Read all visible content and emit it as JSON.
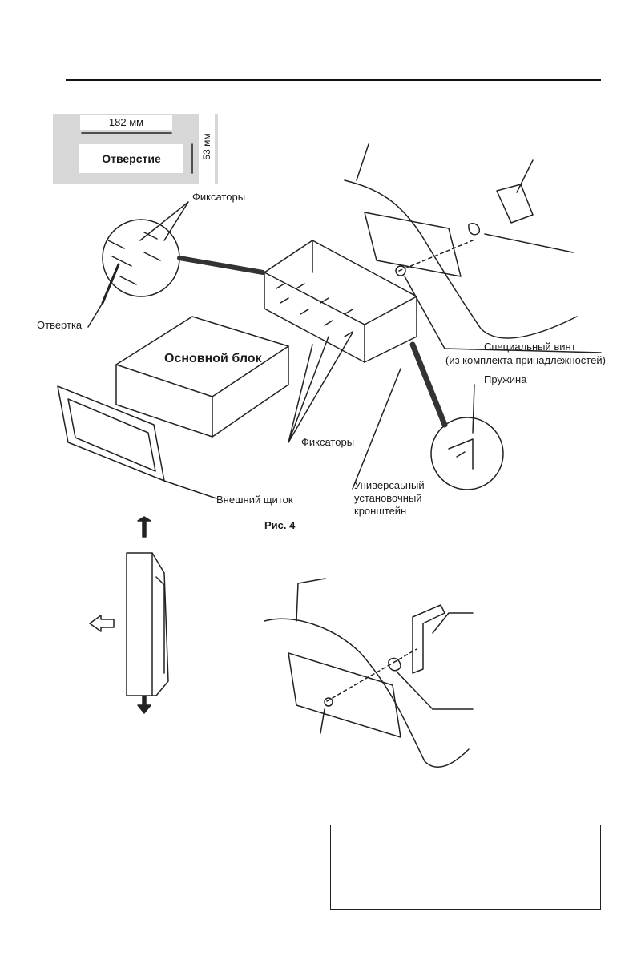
{
  "dimensions": {
    "width": "182 мм",
    "height": "53 мм",
    "opening": "Отверстие"
  },
  "labels": {
    "latches_top": "Фиксаторы",
    "screwdriver": "Отвертка",
    "main_unit": "Основной блок",
    "special_screw_line1": "Специальный винт",
    "special_screw_line2": "(из комплекта принадлежностей)",
    "spring": "Пружина",
    "latches_bottom": "Фиксаторы",
    "outer_panel": "Внешний щиток",
    "bracket_line1": "Универсаьный",
    "bracket_line2": "установочный",
    "bracket_line3": "кронштейн"
  },
  "figure": {
    "caption": "Рис. 4"
  }
}
